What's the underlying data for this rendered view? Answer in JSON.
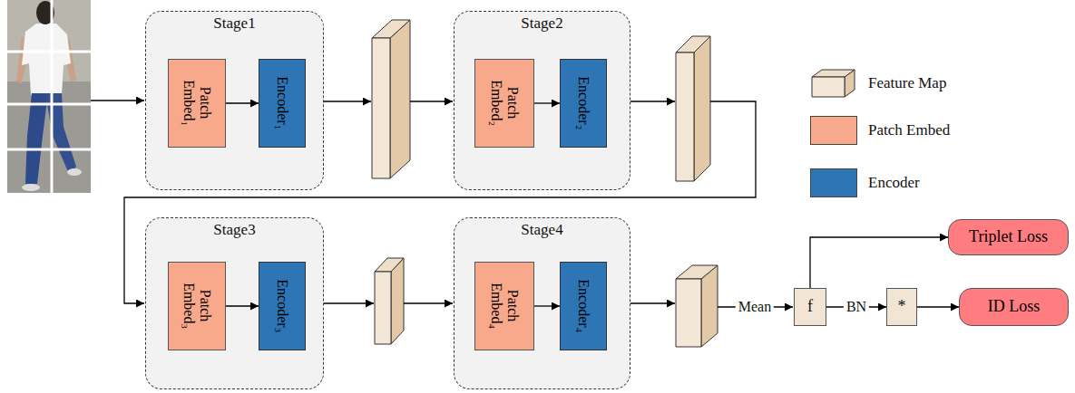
{
  "diagram": {
    "nodes": [
      {
        "text": [
          "Stage1"
        ]
      },
      {
        "text": [
          "Patch Embed₁"
        ],
        "in": 0
      },
      {
        "text": [
          "Encoder₁"
        ],
        "in": 0
      },
      {
        "text": [
          "Stage2"
        ]
      },
      {
        "text": [
          "Patch Embed₂"
        ],
        "in": 3
      },
      {
        "text": [
          "Encoder₂"
        ],
        "in": 3
      },
      {
        "text": [
          "Stage3"
        ]
      },
      {
        "text": [
          "Patch Embed₃"
        ],
        "in": 6
      },
      {
        "text": [
          "Encoder₃"
        ],
        "in": 6
      },
      {
        "text": [
          "Stage4"
        ]
      },
      {
        "text": [
          "Patch Embed₄"
        ],
        "in": 9
      },
      {
        "text": [
          "Encoder₄"
        ],
        "in": 9
      },
      {
        "text": [
          "f"
        ]
      },
      {
        "text": [
          "*"
        ]
      },
      {
        "text": [
          "Triplet Loss"
        ]
      },
      {
        "text": [
          "ID Loss"
        ]
      }
    ],
    "edges": [
      {
        "from": 1,
        "to": 2,
        "arrow": "to"
      },
      {
        "from": 4,
        "to": 5,
        "arrow": "to"
      },
      {
        "from": 7,
        "to": 8,
        "arrow": "to"
      },
      {
        "from": 10,
        "to": 11,
        "arrow": "to"
      },
      {
        "from": 12,
        "to": 14,
        "arrow": "to"
      },
      {
        "from": 12,
        "to": 13,
        "label": "BN",
        "arrow": "to"
      },
      {
        "from": 13,
        "to": 15,
        "arrow": "to"
      }
    ],
    "labels": [
      "Mean"
    ],
    "legend": [
      {
        "text": "Feature Map"
      },
      {
        "text": "Patch Embed",
        "color": "#f9a98b"
      },
      {
        "text": "Encoder",
        "color": "#2e75b6"
      }
    ]
  }
}
